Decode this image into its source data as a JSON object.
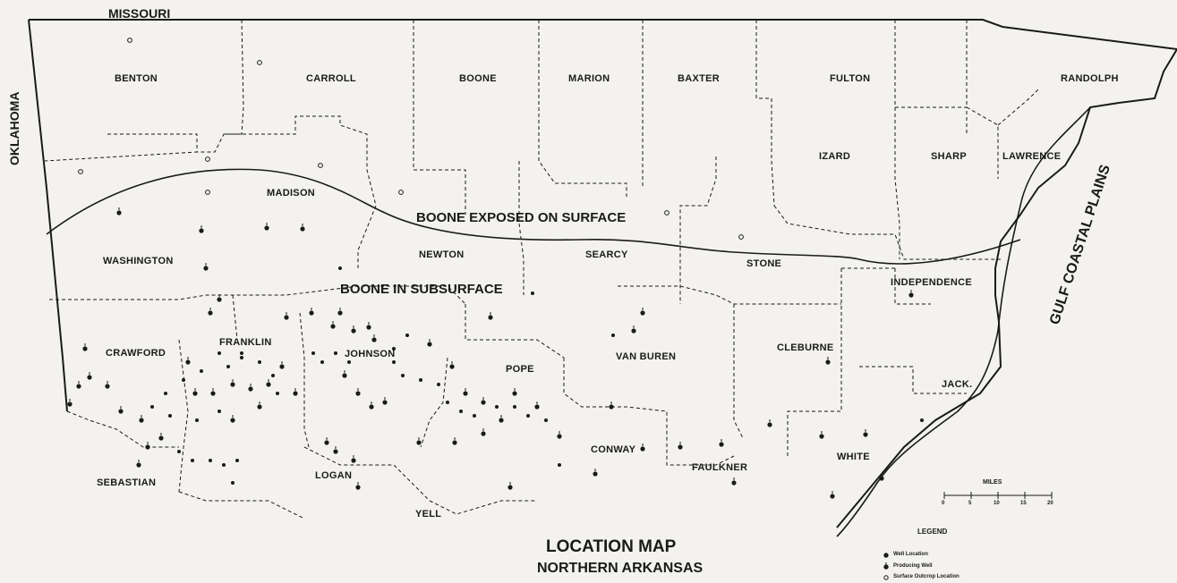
{
  "states": {
    "missouri": "MISSOURI",
    "oklahoma": "OKLAHOMA"
  },
  "region_labels": {
    "gulf_coastal_plains": "GULF COASTAL PLAINS",
    "boone_exposed": "BOONE EXPOSED ON SURFACE",
    "boone_subsurface": "BOONE IN SUBSURFACE"
  },
  "counties": {
    "benton": "BENTON",
    "carroll": "CARROLL",
    "boone": "BOONE",
    "marion": "MARION",
    "baxter": "BAXTER",
    "fulton": "FULTON",
    "randolph": "RANDOLPH",
    "izard": "IZARD",
    "sharp": "SHARP",
    "lawrence": "LAWRENCE",
    "madison": "MADISON",
    "washington": "WASHINGTON",
    "newton": "NEWTON",
    "searcy": "SEARCY",
    "stone": "STONE",
    "independence": "INDEPENDENCE",
    "crawford": "CRAWFORD",
    "franklin": "FRANKLIN",
    "johnson": "JOHNSON",
    "pope": "POPE",
    "van_buren": "VAN BUREN",
    "cleburne": "CLEBURNE",
    "jackson": "JACK.",
    "sebastian": "SEBASTIAN",
    "logan": "LOGAN",
    "yell": "YELL",
    "conway": "CONWAY",
    "faulkner": "FAULKNER",
    "white": "WHITE"
  },
  "title": {
    "line1": "LOCATION MAP",
    "line2": "NORTHERN ARKANSAS"
  },
  "scale": {
    "title": "MILES",
    "ticks": [
      "0",
      "5",
      "10",
      "15",
      "20"
    ]
  },
  "legend": {
    "title": "LEGEND",
    "items": [
      "Well Location",
      "Producing Well",
      "Surface Outcrop Location"
    ]
  },
  "colors": {
    "ink": "#1a1a1a",
    "paper": "#f3f2ee"
  }
}
